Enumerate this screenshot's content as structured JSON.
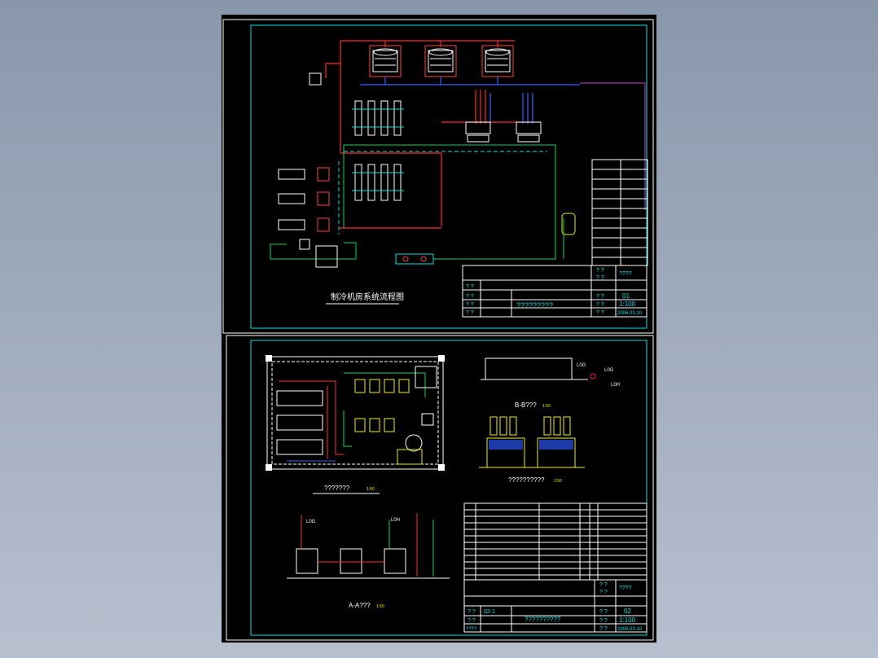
{
  "sheet1": {
    "title": "制冷机房系统流程图",
    "title_block": {
      "q1": "? ?",
      "q2": "? ?",
      "q3": "? ?",
      "q4": "????",
      "left_a": "? ?",
      "left_b": "? ?",
      "left_c": "? ?",
      "left_d": "? ?",
      "name": "?????????",
      "r1": "? ?",
      "r2": "? ?",
      "r3": "? ?",
      "drawing_no": "01",
      "scale": "1:100",
      "date": "2006.03.10"
    }
  },
  "sheet2": {
    "plan_label": "???????",
    "plan_scale": "1:50",
    "section_bb": "B-B???",
    "section_bb_scale": "1:50",
    "equipment_plan_label": "??????????",
    "equipment_plan_scale": "1:50",
    "section_aa": "A-A???",
    "section_aa_scale": "1:50",
    "elev": {
      "a": "L0G",
      "b": "L0H",
      "c": "L0G",
      "d": "L0H"
    },
    "title_block": {
      "q1": "? ?",
      "q2": "? ?",
      "q3": "????",
      "left_a": "? ?",
      "left_b": "? ?",
      "left_c": "????",
      "code": "02-1",
      "name": "??????????",
      "r1": "? ?",
      "r2": "? ?",
      "r3": "? ?",
      "drawing_no": "02",
      "scale": "1:100",
      "date": "2006.03.10"
    }
  }
}
